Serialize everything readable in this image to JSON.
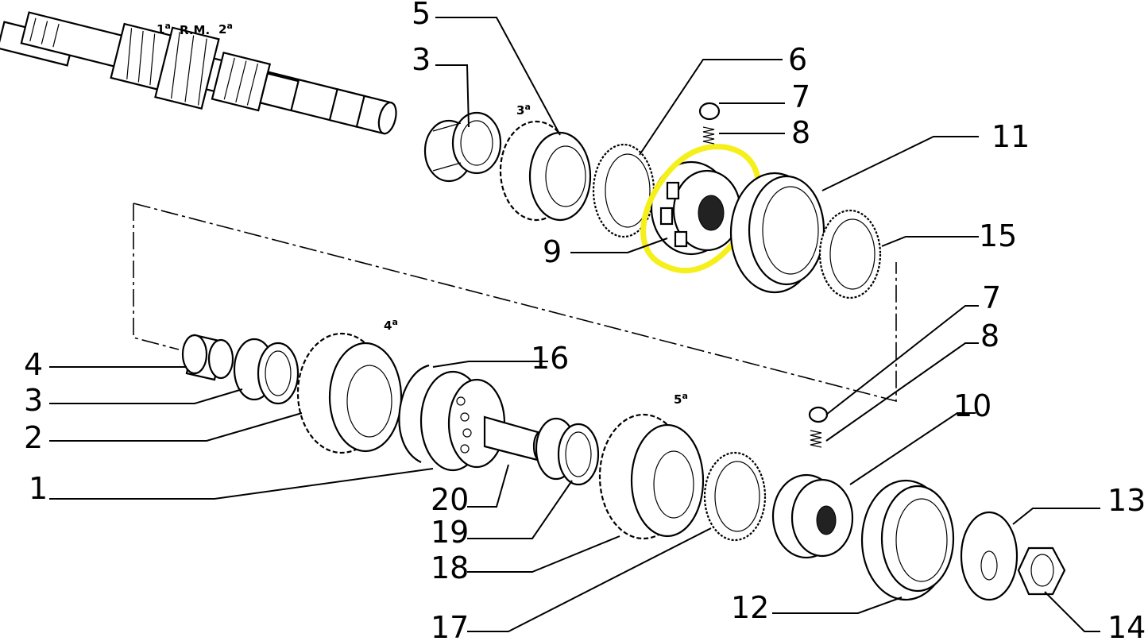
{
  "diagram": {
    "gear_labels": {
      "first": {
        "num": "1",
        "sup": "a"
      },
      "reverse": "R.M.",
      "second": {
        "num": "2",
        "sup": "a"
      },
      "third": {
        "num": "3",
        "sup": "a"
      },
      "fourth": {
        "num": "4",
        "sup": "a"
      },
      "fifth": {
        "num": "5",
        "sup": "a"
      }
    },
    "callouts": {
      "c5": "5",
      "c3_top": "3",
      "c6": "6",
      "c7_top": "7",
      "c8_top": "8",
      "c11": "11",
      "c9": "9",
      "c15": "15",
      "c7_bottom": "7",
      "c8_bottom": "8",
      "c4": "4",
      "c16": "16",
      "c3_bottom": "3",
      "c10": "10",
      "c2": "2",
      "c1": "1",
      "c20": "20",
      "c19": "19",
      "c18": "18",
      "c13": "13",
      "c12": "12",
      "c17": "17",
      "c14": "14"
    },
    "highlight": {
      "color": "#f5ef1a",
      "part": "9"
    }
  }
}
